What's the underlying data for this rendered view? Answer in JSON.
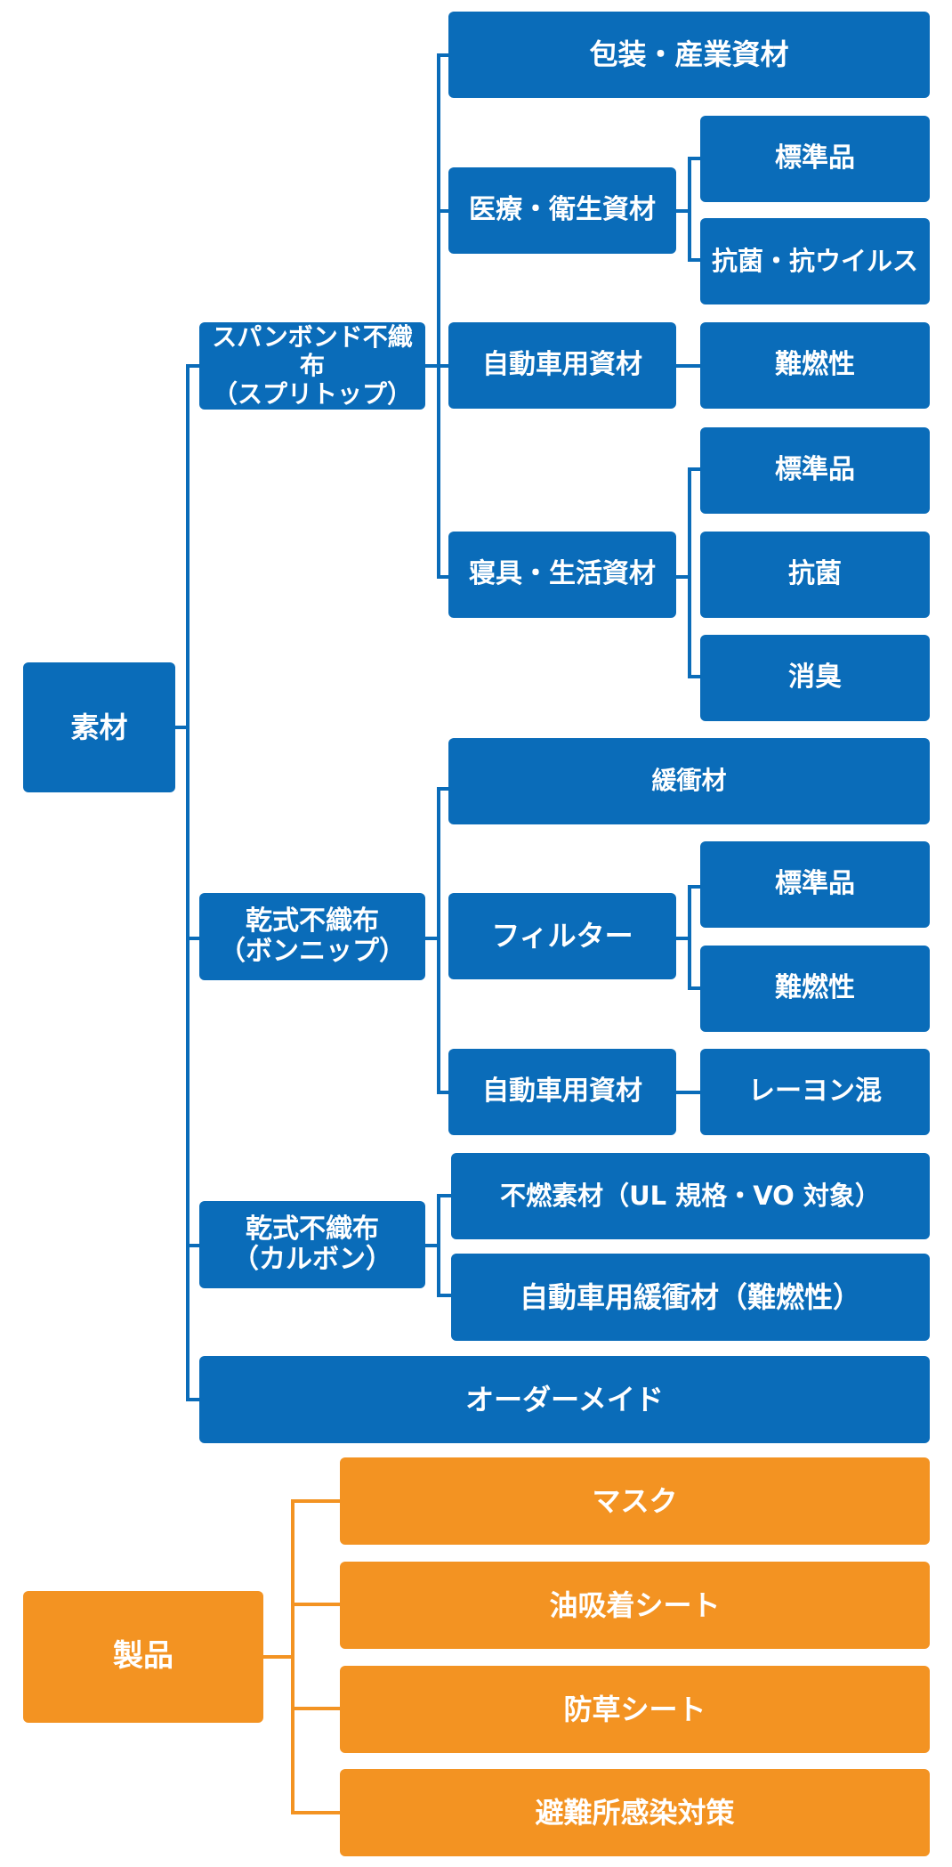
{
  "colors": {
    "material": "#0a6cb9",
    "product": "#f39322"
  },
  "material": {
    "root": "素材",
    "spunbond": {
      "line1": "スパンボンド不織布",
      "line2": "（スプリトップ）",
      "packaging": "包装・産業資材",
      "medical": {
        "label": "医療・衛生資材",
        "standard": "標準品",
        "antibacterial_antiviral": "抗菌・抗ウイルス"
      },
      "automotive": {
        "label": "自動車用資材",
        "flame_retardant": "難燃性"
      },
      "bedding": {
        "label": "寝具・生活資材",
        "standard": "標準品",
        "antibacterial": "抗菌",
        "deodorant": "消臭"
      }
    },
    "dry_bonnip": {
      "line1": "乾式不織布",
      "line2": "（ボンニップ）",
      "cushioning": "緩衝材",
      "filter": {
        "label": "フィルター",
        "standard": "標準品",
        "flame_retardant": "難燃性"
      },
      "automotive": {
        "label": "自動車用資材",
        "rayon": "レーヨン混"
      }
    },
    "dry_carbon": {
      "line1": "乾式不織布",
      "line2": "（カルボン）",
      "noncombustible": "不燃素材（UL 規格・VO 対象）",
      "auto_cushion": "自動車用緩衝材（難燃性）"
    },
    "custom": "オーダーメイド"
  },
  "product": {
    "root": "製品",
    "items": [
      "マスク",
      "油吸着シート",
      "防草シート",
      "避難所感染対策"
    ]
  }
}
